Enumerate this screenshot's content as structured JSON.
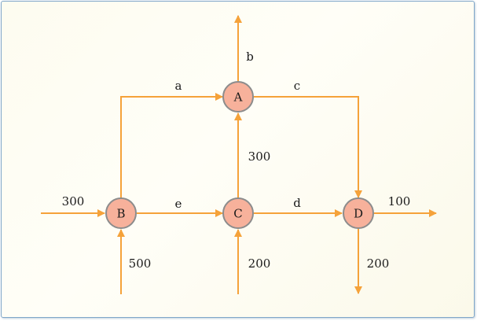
{
  "nodes": {
    "A": {
      "label": "A"
    },
    "B": {
      "label": "B"
    },
    "C": {
      "label": "C"
    },
    "D": {
      "label": "D"
    }
  },
  "edge_labels": {
    "a": "a",
    "b": "b",
    "c": "c",
    "d": "d",
    "e": "e",
    "c_to_a": "300",
    "in_b_left": "300",
    "in_b_bottom": "500",
    "in_c_bottom": "200",
    "out_d_right": "100",
    "out_d_bottom": "200"
  },
  "colors": {
    "edge": "#f5a23a",
    "node_fill": "#f7b19b",
    "node_stroke": "#8c8c8c",
    "frame_border": "#7fa6c9"
  }
}
